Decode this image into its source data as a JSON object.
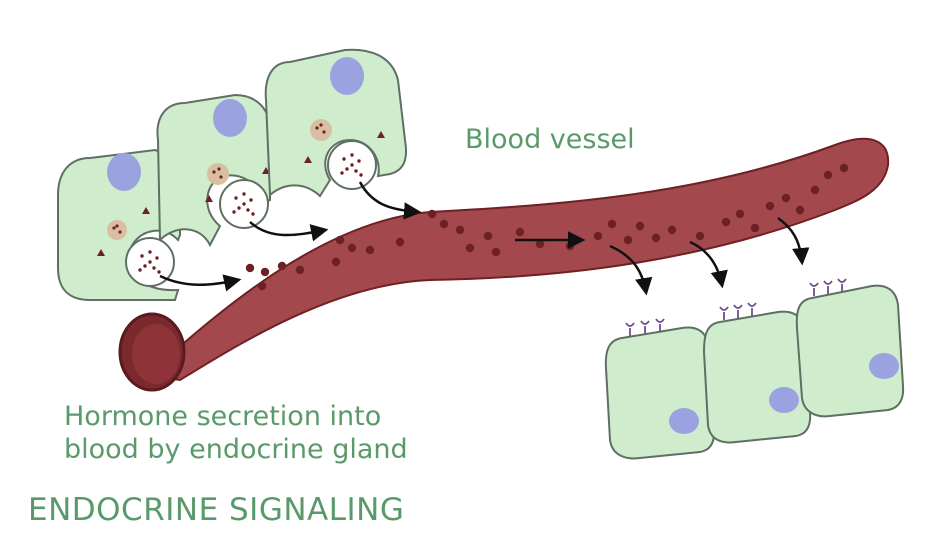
{
  "labels": {
    "blood_vessel": "Blood vessel",
    "secretion_line1": "Hormone secretion into",
    "secretion_line2": "blood by endocrine gland",
    "title": "ENDOCRINE SIGNALING"
  },
  "colors": {
    "label_green": "#5a9a6a",
    "cell_fill": "#cfeccc",
    "cell_stroke": "#5f6f62",
    "nucleus": "#9aa3e0",
    "vessel": "#a3484d",
    "vessel_dark": "#6e2125",
    "hormone": "#6e2125",
    "arrow": "#111111",
    "receptor": "#6f4f8f"
  }
}
